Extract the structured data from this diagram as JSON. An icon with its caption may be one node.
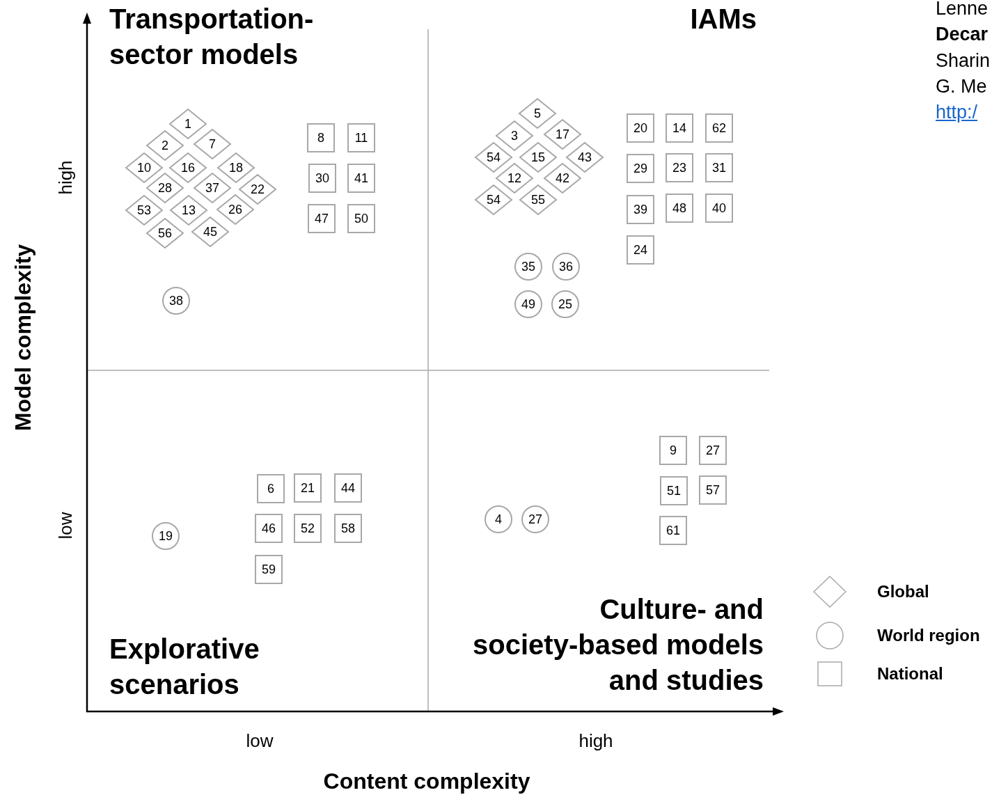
{
  "diagram": {
    "nodes": [
      {
        "text": [
          "Transportation-sector models"
        ]
      },
      {
        "text": [
          "IAMs"
        ]
      },
      {
        "text": [
          "Explorative scenarios"
        ]
      },
      {
        "text": [
          "Culture- and society-based models and studies"
        ]
      },
      {
        "text": [
          "1"
        ],
        "in": 0
      },
      {
        "text": [
          "2"
        ],
        "in": 0
      },
      {
        "text": [
          "7"
        ],
        "in": 0
      },
      {
        "text": [
          "10"
        ],
        "in": 0
      },
      {
        "text": [
          "16"
        ],
        "in": 0
      },
      {
        "text": [
          "18"
        ],
        "in": 0
      },
      {
        "text": [
          "28"
        ],
        "in": 0
      },
      {
        "text": [
          "37"
        ],
        "in": 0
      },
      {
        "text": [
          "22"
        ],
        "in": 0
      },
      {
        "text": [
          "53"
        ],
        "in": 0
      },
      {
        "text": [
          "13"
        ],
        "in": 0
      },
      {
        "text": [
          "26"
        ],
        "in": 0
      },
      {
        "text": [
          "56"
        ],
        "in": 0
      },
      {
        "text": [
          "45"
        ],
        "in": 0
      },
      {
        "text": [
          "8"
        ],
        "in": 0
      },
      {
        "text": [
          "11"
        ],
        "in": 0
      },
      {
        "text": [
          "30"
        ],
        "in": 0
      },
      {
        "text": [
          "41"
        ],
        "in": 0
      },
      {
        "text": [
          "47"
        ],
        "in": 0
      },
      {
        "text": [
          "50"
        ],
        "in": 0
      },
      {
        "text": [
          "38"
        ],
        "in": 0
      },
      {
        "text": [
          "5"
        ],
        "in": 1
      },
      {
        "text": [
          "3"
        ],
        "in": 1
      },
      {
        "text": [
          "17"
        ],
        "in": 1
      },
      {
        "text": [
          "54"
        ],
        "in": 1
      },
      {
        "text": [
          "15"
        ],
        "in": 1
      },
      {
        "text": [
          "43"
        ],
        "in": 1
      },
      {
        "text": [
          "12"
        ],
        "in": 1
      },
      {
        "text": [
          "42"
        ],
        "in": 1
      },
      {
        "text": [
          "54"
        ],
        "in": 1
      },
      {
        "text": [
          "55"
        ],
        "in": 1
      },
      {
        "text": [
          "20"
        ],
        "in": 1
      },
      {
        "text": [
          "14"
        ],
        "in": 1
      },
      {
        "text": [
          "62"
        ],
        "in": 1
      },
      {
        "text": [
          "29"
        ],
        "in": 1
      },
      {
        "text": [
          "23"
        ],
        "in": 1
      },
      {
        "text": [
          "31"
        ],
        "in": 1
      },
      {
        "text": [
          "39"
        ],
        "in": 1
      },
      {
        "text": [
          "48"
        ],
        "in": 1
      },
      {
        "text": [
          "40"
        ],
        "in": 1
      },
      {
        "text": [
          "24"
        ],
        "in": 1
      },
      {
        "text": [
          "35"
        ],
        "in": 1
      },
      {
        "text": [
          "36"
        ],
        "in": 1
      },
      {
        "text": [
          "49"
        ],
        "in": 1
      },
      {
        "text": [
          "25"
        ],
        "in": 1
      },
      {
        "text": [
          "19"
        ],
        "in": 2
      },
      {
        "text": [
          "6"
        ],
        "in": 2
      },
      {
        "text": [
          "21"
        ],
        "in": 2
      },
      {
        "text": [
          "44"
        ],
        "in": 2
      },
      {
        "text": [
          "46"
        ],
        "in": 2
      },
      {
        "text": [
          "52"
        ],
        "in": 2
      },
      {
        "text": [
          "58"
        ],
        "in": 2
      },
      {
        "text": [
          "59"
        ],
        "in": 2
      },
      {
        "text": [
          "4"
        ],
        "in": 3
      },
      {
        "text": [
          "27"
        ],
        "in": 3
      },
      {
        "text": [
          "9"
        ],
        "in": 3
      },
      {
        "text": [
          "27"
        ],
        "in": 3
      },
      {
        "text": [
          "51"
        ],
        "in": 3
      },
      {
        "text": [
          "57"
        ],
        "in": 3
      },
      {
        "text": [
          "61"
        ],
        "in": 3
      }
    ],
    "labels": [
      "Lenne",
      "Decar",
      "Sharin",
      "G. Me",
      "http:/",
      "high",
      "Model complexity",
      "low",
      "low",
      "high",
      "Content complexity"
    ],
    "legend": [
      {
        "text": "Global"
      },
      {
        "text": "World region"
      },
      {
        "text": "National"
      }
    ]
  }
}
